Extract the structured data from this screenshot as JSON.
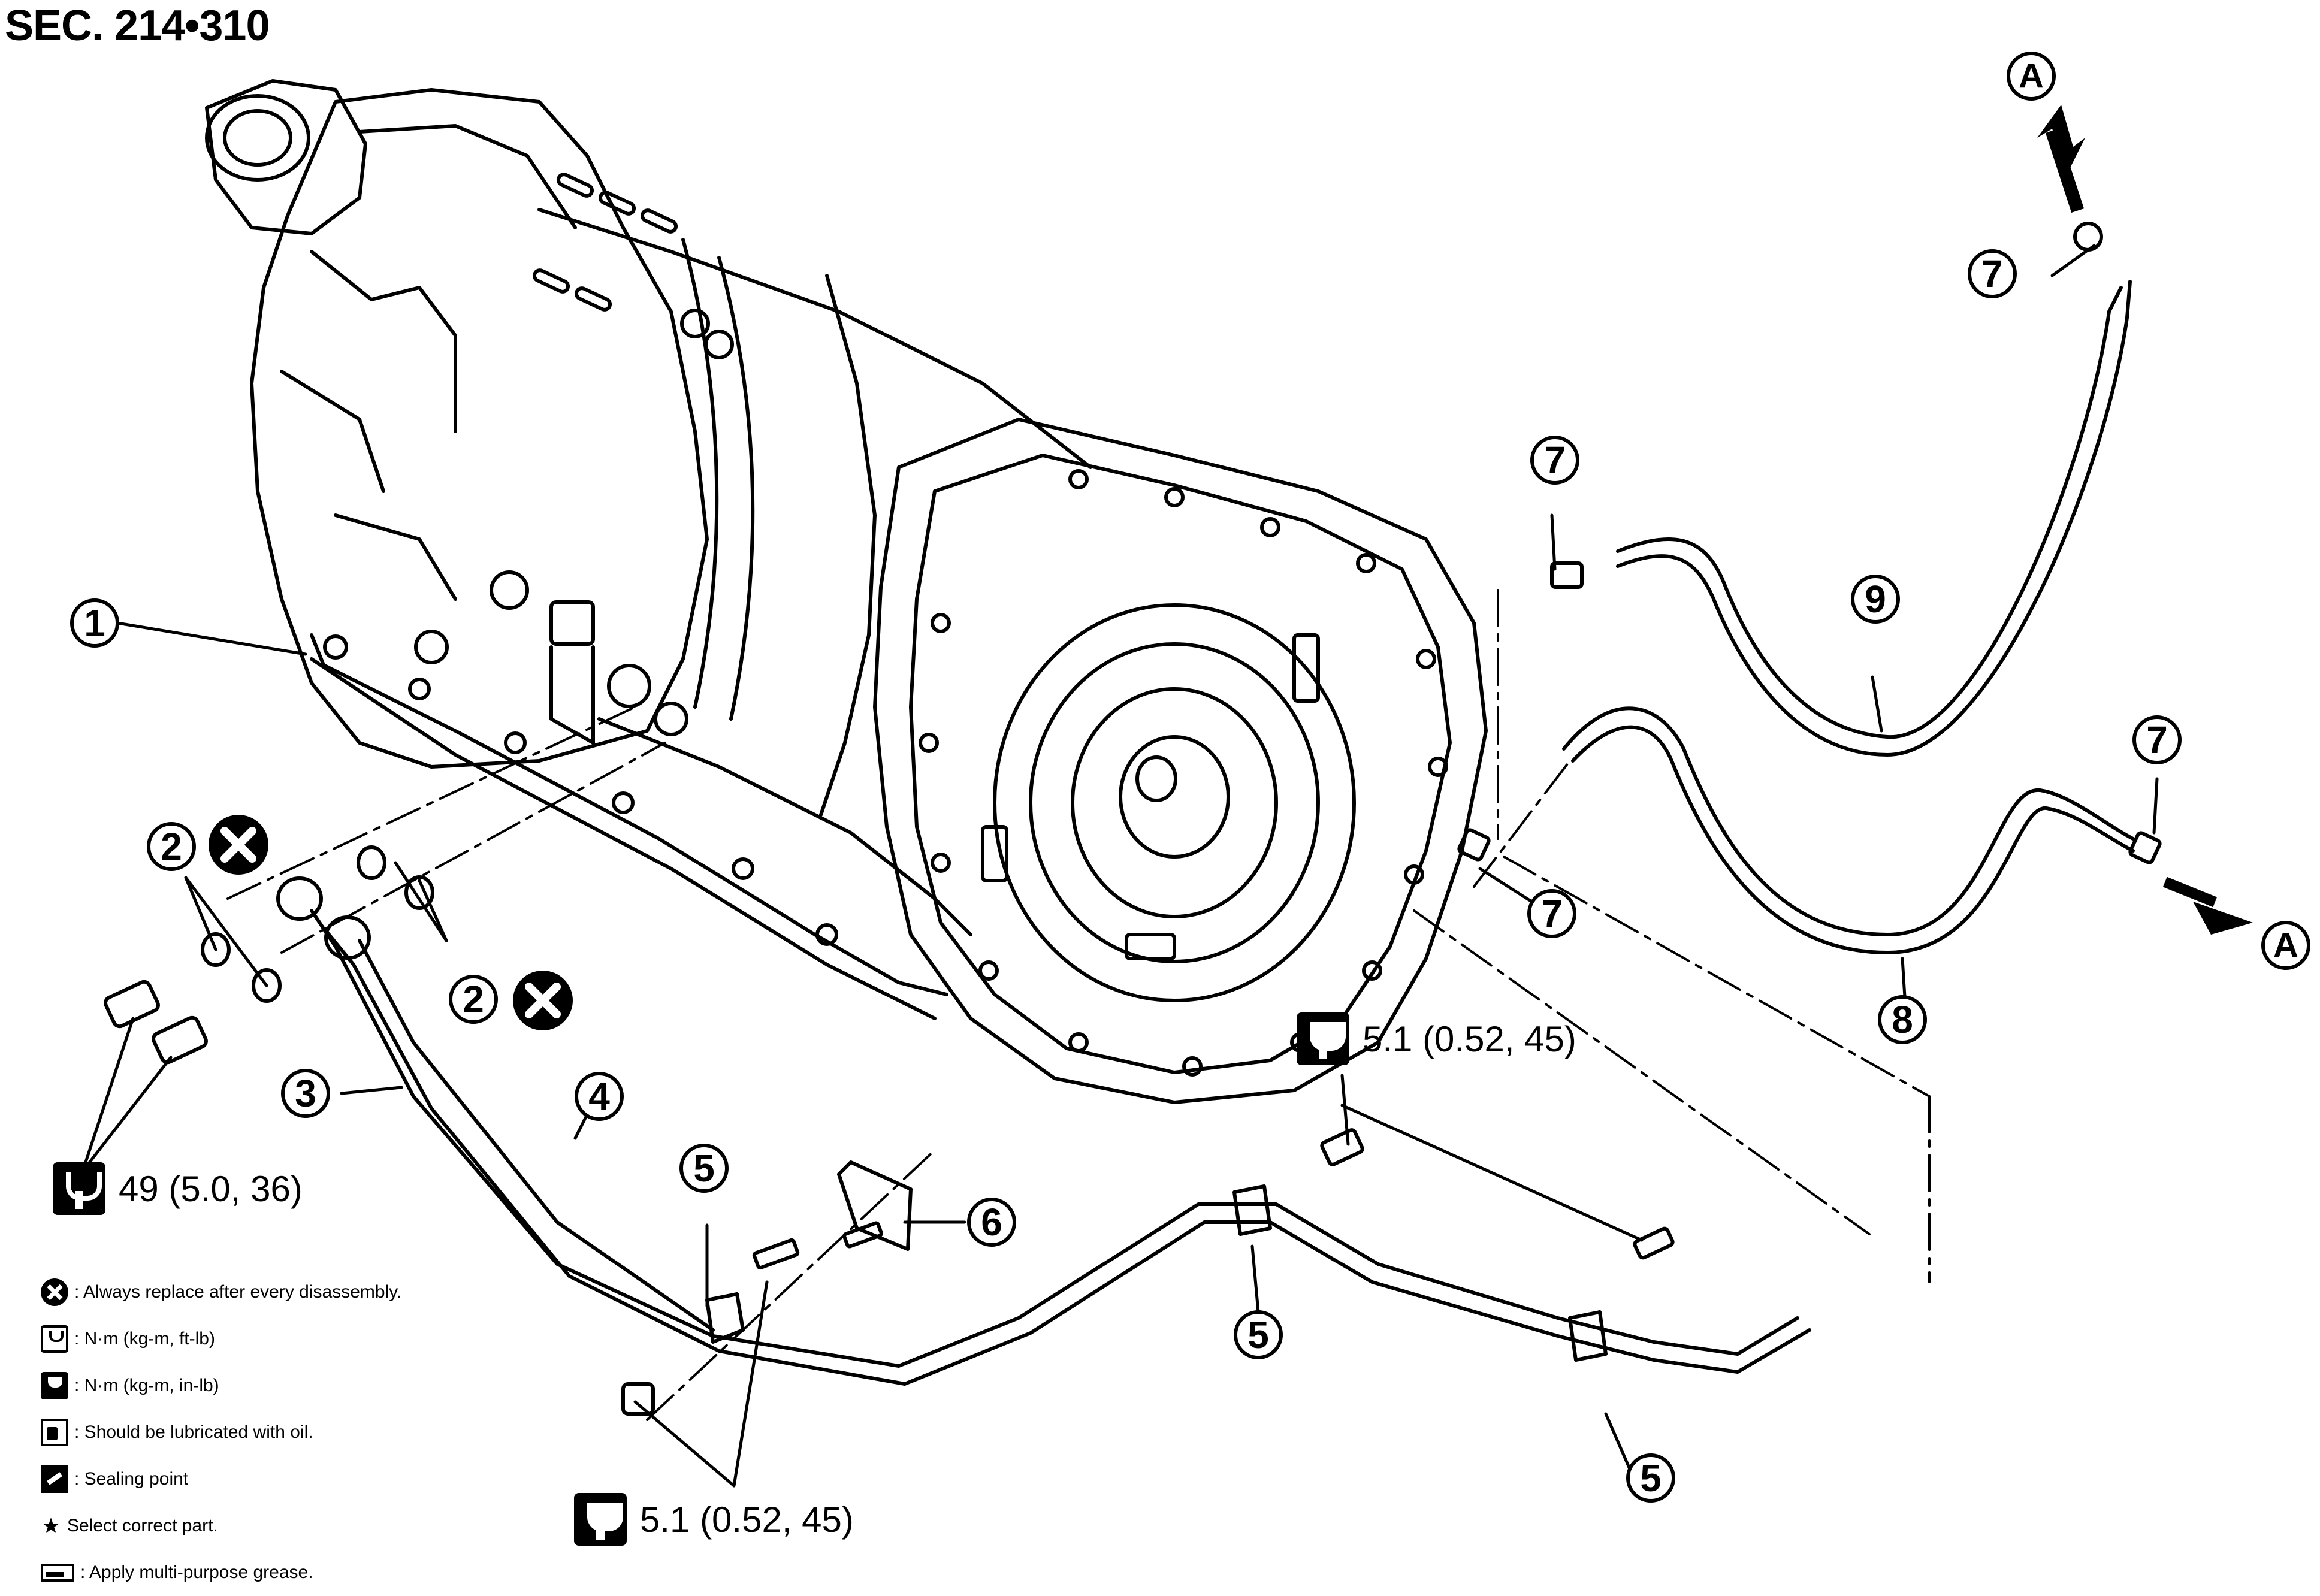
{
  "header": {
    "section": "SEC. 214•310"
  },
  "callouts": [
    {
      "id": "c1",
      "label": "1"
    },
    {
      "id": "c2a",
      "label": "2"
    },
    {
      "id": "c2b",
      "label": "2"
    },
    {
      "id": "c3",
      "label": "3"
    },
    {
      "id": "c4",
      "label": "4"
    },
    {
      "id": "c5a",
      "label": "5"
    },
    {
      "id": "c5b",
      "label": "5"
    },
    {
      "id": "c5c",
      "label": "5"
    },
    {
      "id": "c6",
      "label": "6"
    },
    {
      "id": "c7a",
      "label": "7"
    },
    {
      "id": "c7b",
      "label": "7"
    },
    {
      "id": "c7c",
      "label": "7"
    },
    {
      "id": "c7d",
      "label": "7"
    },
    {
      "id": "c8",
      "label": "8"
    },
    {
      "id": "c9",
      "label": "9"
    },
    {
      "id": "cA1",
      "label": "A"
    },
    {
      "id": "cA2",
      "label": "A"
    }
  ],
  "torques": {
    "main_bolts": "49 (5.0, 36)",
    "bracket_upper": "5.1 (0.52, 45)",
    "bracket_lower": "5.1 (0.52, 45)"
  },
  "legend": {
    "replace": ": Always replace after every disassembly.",
    "nm_ftlb": ": N·m (kg-m, ft-lb)",
    "nm_inlb": ": N·m (kg-m, in-lb)",
    "oil": ": Should be lubricated with oil.",
    "seal": ": Sealing point",
    "select": "Select correct part.",
    "grease": ": Apply multi-purpose grease."
  }
}
